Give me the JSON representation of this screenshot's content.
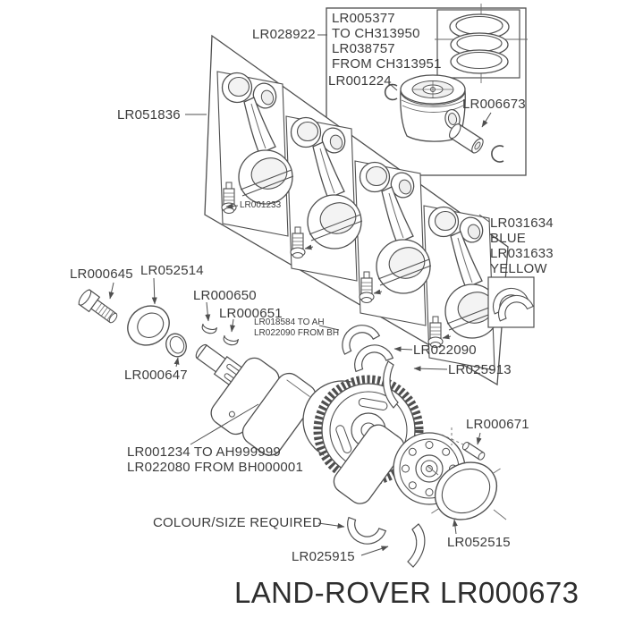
{
  "page": {
    "background_color": "#ffffff",
    "line_color": "#4f4f4f",
    "text_color": "#3c3c3c",
    "footer": "LAND-ROVER LR000673"
  },
  "labels": {
    "lr028922": "LR028922",
    "note_line1": "LR005377",
    "note_line2": "TO CH313950",
    "note_line3": "LR038757",
    "note_line4": "FROM CH313951",
    "lr001224": "LR001224",
    "lr006673": "LR006673",
    "lr051836": "LR051836",
    "lr001233": "LR001233",
    "bearing_line1": "LR031634",
    "bearing_line2": "BLUE",
    "bearing_line3": "LR031633",
    "bearing_line4": "YELLOW",
    "lr000645": "LR000645",
    "lr052514": "LR052514",
    "lr000650": "LR000650",
    "lr000651": "LR000651",
    "small_line1": "LR018584 TO AH",
    "small_line2": "LR022090 FROM BH",
    "lr022090": "LR022090",
    "lr025913": "LR025913",
    "lr000647": "LR000647",
    "serial_line1": "LR001234 TO AH999999",
    "serial_line2": "LR022080 FROM BH000001",
    "lr000671": "LR000671",
    "lr052515": "LR052515",
    "colour_size": "COLOUR/SIZE REQUIRED",
    "lr025915": "LR025915"
  }
}
